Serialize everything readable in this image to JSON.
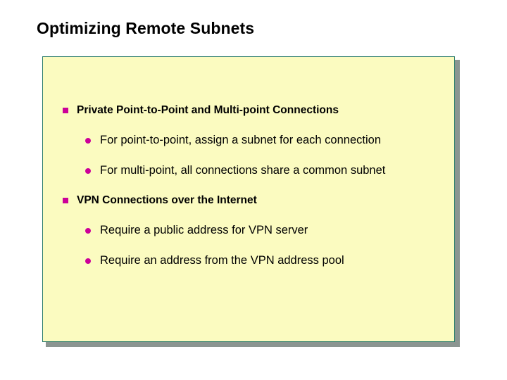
{
  "slide": {
    "title": "Optimizing Remote Subnets",
    "panel": {
      "background_color": "#FBFBC0",
      "border_color": "#2D7D6C",
      "shadow_color": "#8B9591"
    },
    "bullet_colors": {
      "level1_marker": "#CC0099",
      "level2_marker": "#CC0099",
      "text": "#000000"
    },
    "markers": {
      "level1": "square-bullet-icon",
      "level2": "round-bullet-icon"
    },
    "content": [
      {
        "level": 1,
        "text": "Private Point-to-Point and Multi-point Connections"
      },
      {
        "level": 2,
        "text": "For point-to-point, assign a subnet for each connection"
      },
      {
        "level": 2,
        "text": "For multi-point, all connections share a common subnet"
      },
      {
        "level": 1,
        "text": "VPN Connections over the Internet"
      },
      {
        "level": 2,
        "text": "Require a public address for VPN server"
      },
      {
        "level": 2,
        "text": "Require an address from the VPN address pool"
      }
    ]
  }
}
